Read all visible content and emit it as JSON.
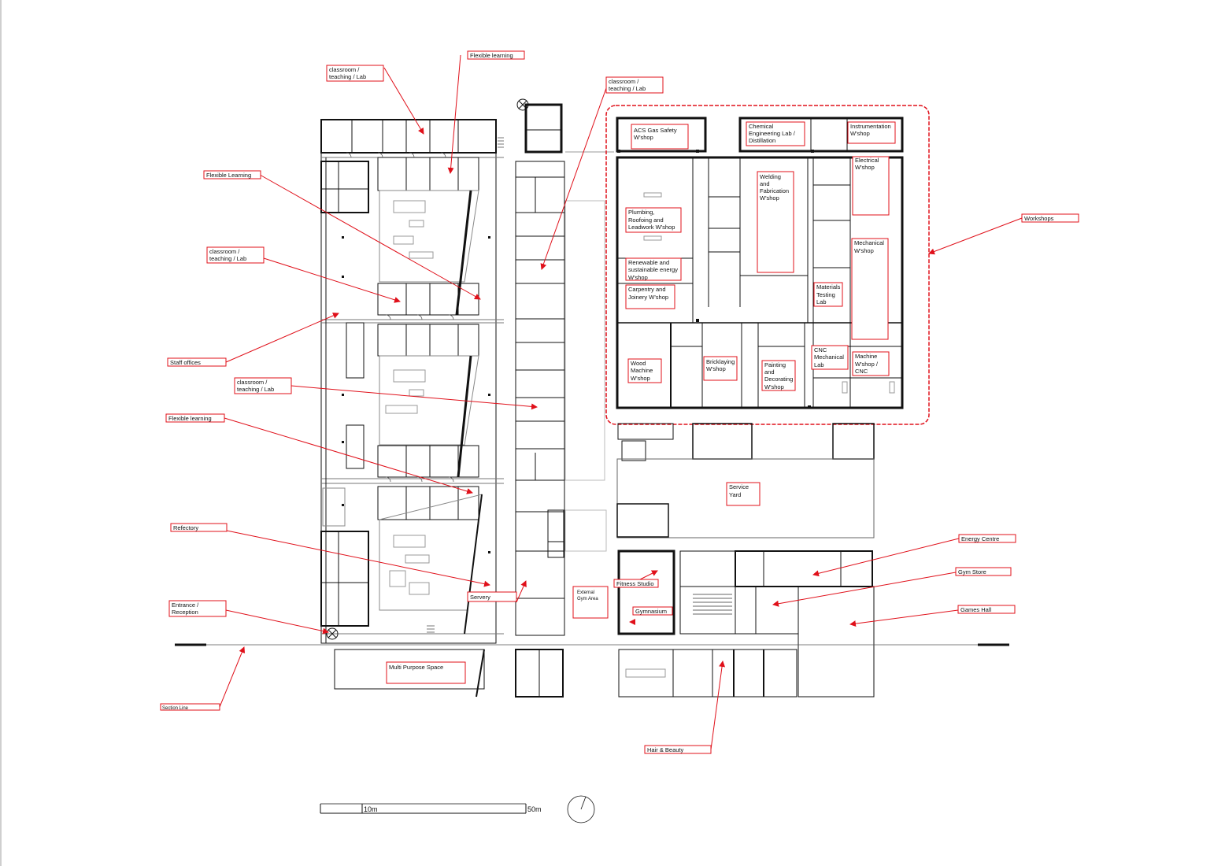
{
  "colors": {
    "accent": "#e0101a",
    "wall": "#111111",
    "thin_line": "#555555",
    "furniture": "#999999"
  },
  "labels": {
    "classroom_nw": "classroom / teaching / Lab",
    "flexible_top": "Flexible learning",
    "classroom_n_mid": "classroom / teaching / Lab",
    "flexible_learning_left": "Flexible Learning",
    "classroom_left": "classroom / teaching / Lab",
    "staff_offices": "Staff offices",
    "classroom_mid": "classroom / teaching / Lab",
    "flexible_learning_mid": "Flexible learning",
    "refectory": "Refectory",
    "entrance": "Entrance / Reception",
    "section_line": "Section Line",
    "multi_purpose": "Multi Purpose Space",
    "servery": "Servery",
    "external_gym": "External Gym Area",
    "fitness": "Fitness Studio",
    "gymnasium": "Gymnasium",
    "hair_beauty": "Hair & Beauty",
    "service_yard": "Service Yard",
    "energy_centre": "Energy Centre",
    "gym_store": "Gym Store",
    "games_hall": "Games Hall",
    "workshops": "Workshops"
  },
  "workshops": {
    "acs_gas": "ACS Gas Safety W'shop",
    "chemical": "Chemical Engineering Lab / Distillation",
    "instrumentation": "Instrumentation W'shop",
    "electrical": "Electrical W'shop",
    "welding": "Welding and Fabrication W'shop",
    "plumbing": "Plumbing, Roofoing and Leadwork W'shop",
    "renewable": "Renewable and sustainable energy W'shop",
    "carpentry": "Carpentry and Joinery W'shop",
    "mechanical": "Mechanical W'shop",
    "materials": "Materials Testing Lab",
    "wood_machine": "Wood Machine W'shop",
    "bricklaying": "Bricklaying W'shop",
    "painting": "Painting and Decorating W'shop",
    "cnc": "CNC Mechanical Lab",
    "machine": "Machine W'shop / CNC"
  },
  "scale": {
    "start": "10m",
    "end": "50m"
  },
  "north_arrow_icon": "north-arrow-icon"
}
